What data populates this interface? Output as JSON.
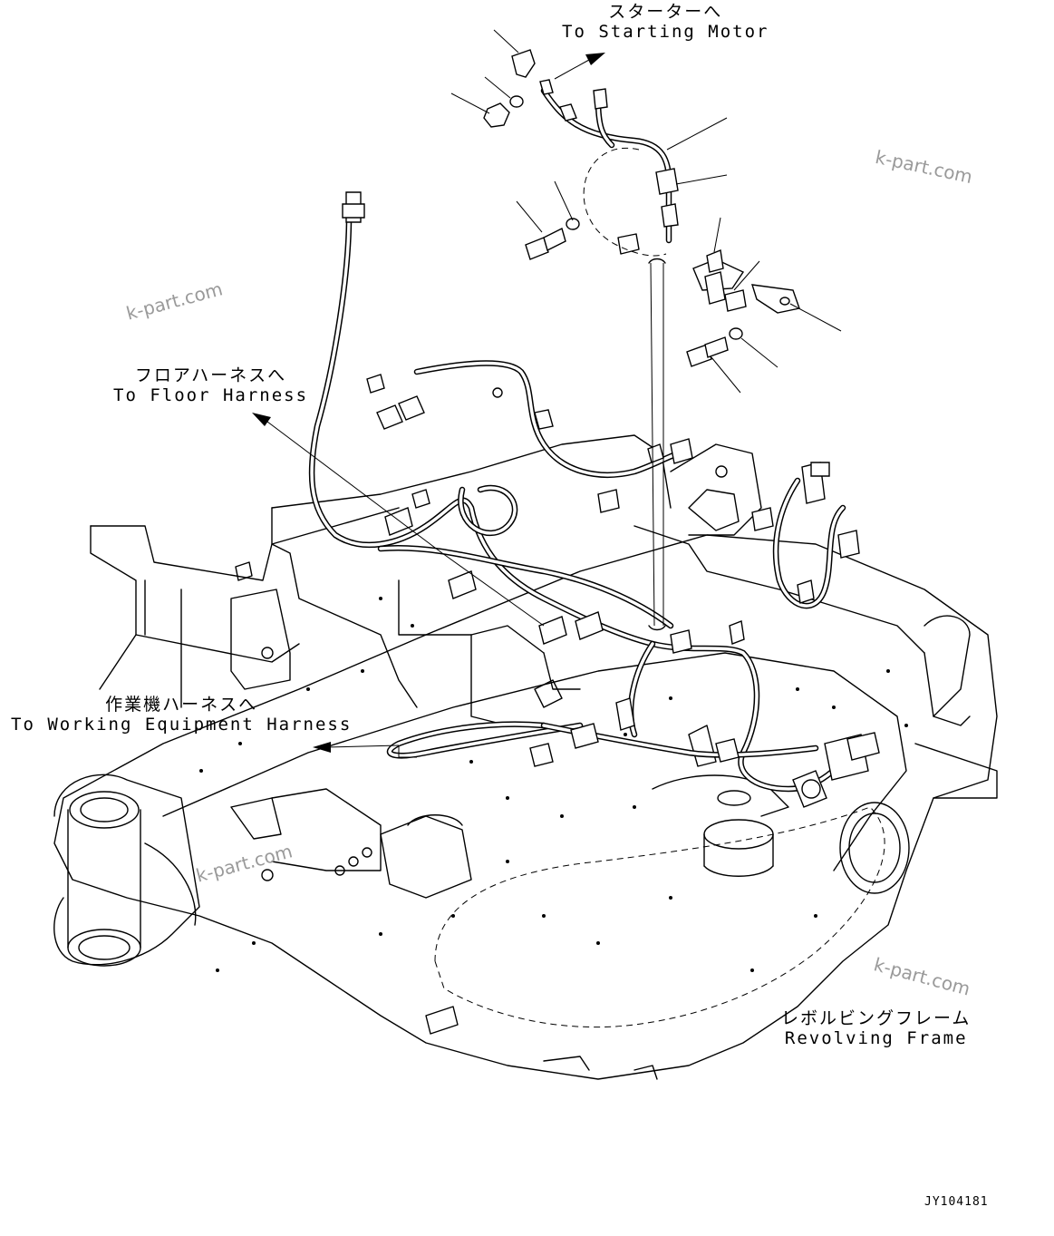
{
  "labels": {
    "starting_motor": {
      "jp": "スターターへ",
      "en": "To Starting Motor"
    },
    "floor_harness": {
      "jp": "フロアハーネスへ",
      "en": "To Floor Harness"
    },
    "working_equipment_harness": {
      "jp": "作業機ハーネスへ",
      "en": "To Working Equipment Harness"
    },
    "revolving_frame": {
      "jp": "レボルビングフレーム",
      "en": "Revolving Frame"
    }
  },
  "watermarks": [
    "k-part.com",
    "k-part.com",
    "k-part.com",
    "k-part.com"
  ],
  "drawing_code": "JY104181"
}
